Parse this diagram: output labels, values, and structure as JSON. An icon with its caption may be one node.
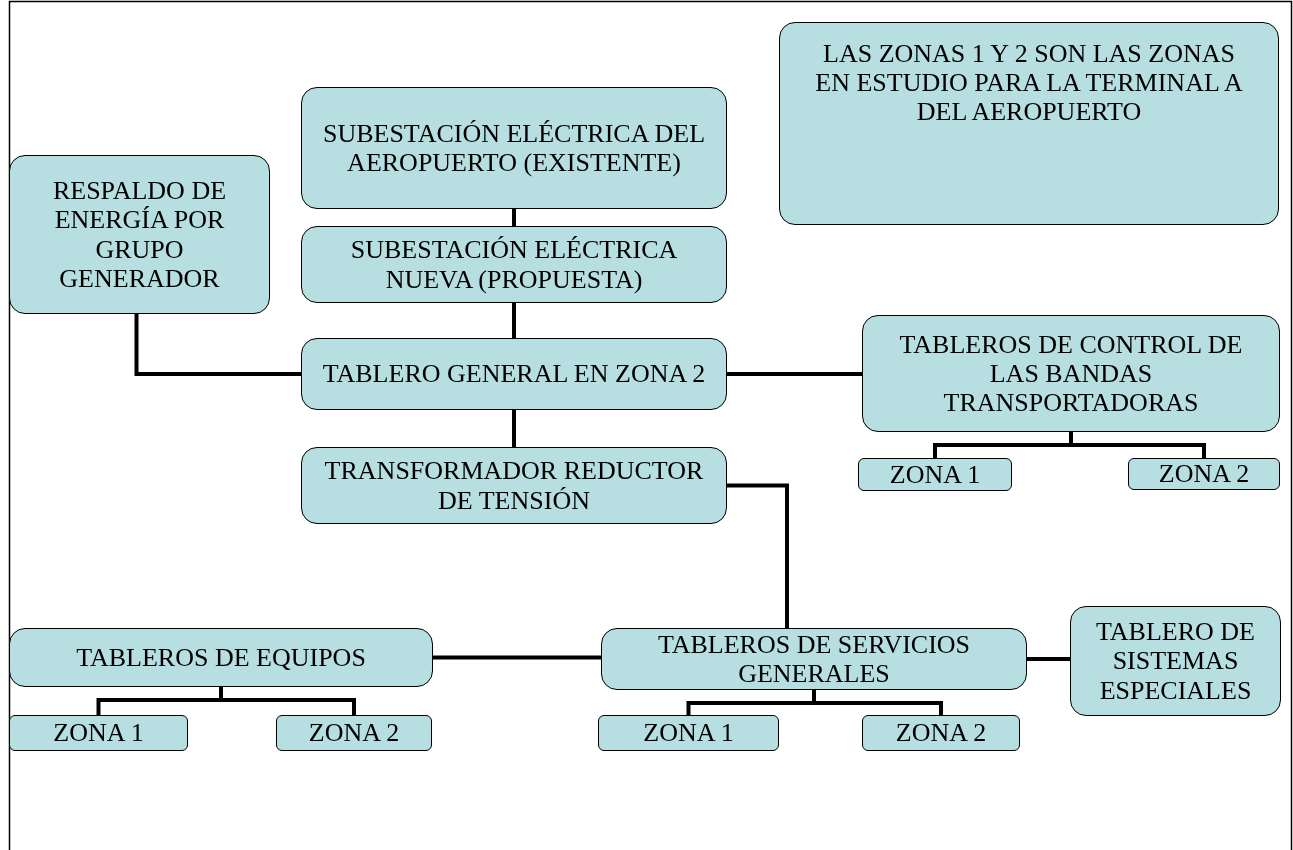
{
  "diagram": {
    "nodes": [
      {
        "text": [
          "LAS ZONAS 1 Y 2 SON LAS ZONAS EN ESTUDIO PARA LA TERMINAL A DEL AEROPUERTO"
        ]
      },
      {
        "text": [
          "SUBESTACIÓN ELÉCTRICA DEL AEROPUERTO (EXISTENTE)"
        ]
      },
      {
        "text": [
          "RESPALDO DE ENERGÍA POR GRUPO GENERADOR"
        ]
      },
      {
        "text": [
          "SUBESTACIÓN ELÉCTRICA NUEVA (PROPUESTA)"
        ]
      },
      {
        "text": [
          "TABLERO GENERAL EN ZONA 2"
        ]
      },
      {
        "text": [
          "TABLEROS DE CONTROL DE LAS BANDAS TRANSPORTADORAS"
        ]
      },
      {
        "text": [
          "ZONA 1"
        ]
      },
      {
        "text": [
          "ZONA 2"
        ]
      },
      {
        "text": [
          "TRANSFORMADOR REDUCTOR DE TENSIÓN"
        ]
      },
      {
        "text": [
          "TABLEROS DE EQUIPOS"
        ]
      },
      {
        "text": [
          "TABLEROS DE SERVICIOS GENERALES"
        ]
      },
      {
        "text": [
          "TABLERO DE SISTEMAS ESPECIALES"
        ]
      },
      {
        "text": [
          "ZONA 1"
        ]
      },
      {
        "text": [
          "ZONA 2"
        ]
      },
      {
        "text": [
          "ZONA 1"
        ]
      },
      {
        "text": [
          "ZONA 2"
        ]
      }
    ],
    "edges": [
      {
        "from": 1,
        "to": 3,
        "arrow": "none"
      },
      {
        "from": 3,
        "to": 4,
        "arrow": "none"
      },
      {
        "from": 2,
        "to": 4,
        "arrow": "none"
      },
      {
        "from": 4,
        "to": 5,
        "arrow": "none"
      },
      {
        "from": 5,
        "to": 6,
        "arrow": "none"
      },
      {
        "from": 5,
        "to": 7,
        "arrow": "none"
      },
      {
        "from": 4,
        "to": 8,
        "arrow": "none"
      },
      {
        "from": 8,
        "to": 10,
        "arrow": "none"
      },
      {
        "from": 10,
        "to": 9,
        "arrow": "none"
      },
      {
        "from": 10,
        "to": 11,
        "arrow": "none"
      },
      {
        "from": 9,
        "to": 12,
        "arrow": "none"
      },
      {
        "from": 9,
        "to": 13,
        "arrow": "none"
      },
      {
        "from": 10,
        "to": 14,
        "arrow": "none"
      },
      {
        "from": 10,
        "to": 15,
        "arrow": "none"
      }
    ]
  }
}
